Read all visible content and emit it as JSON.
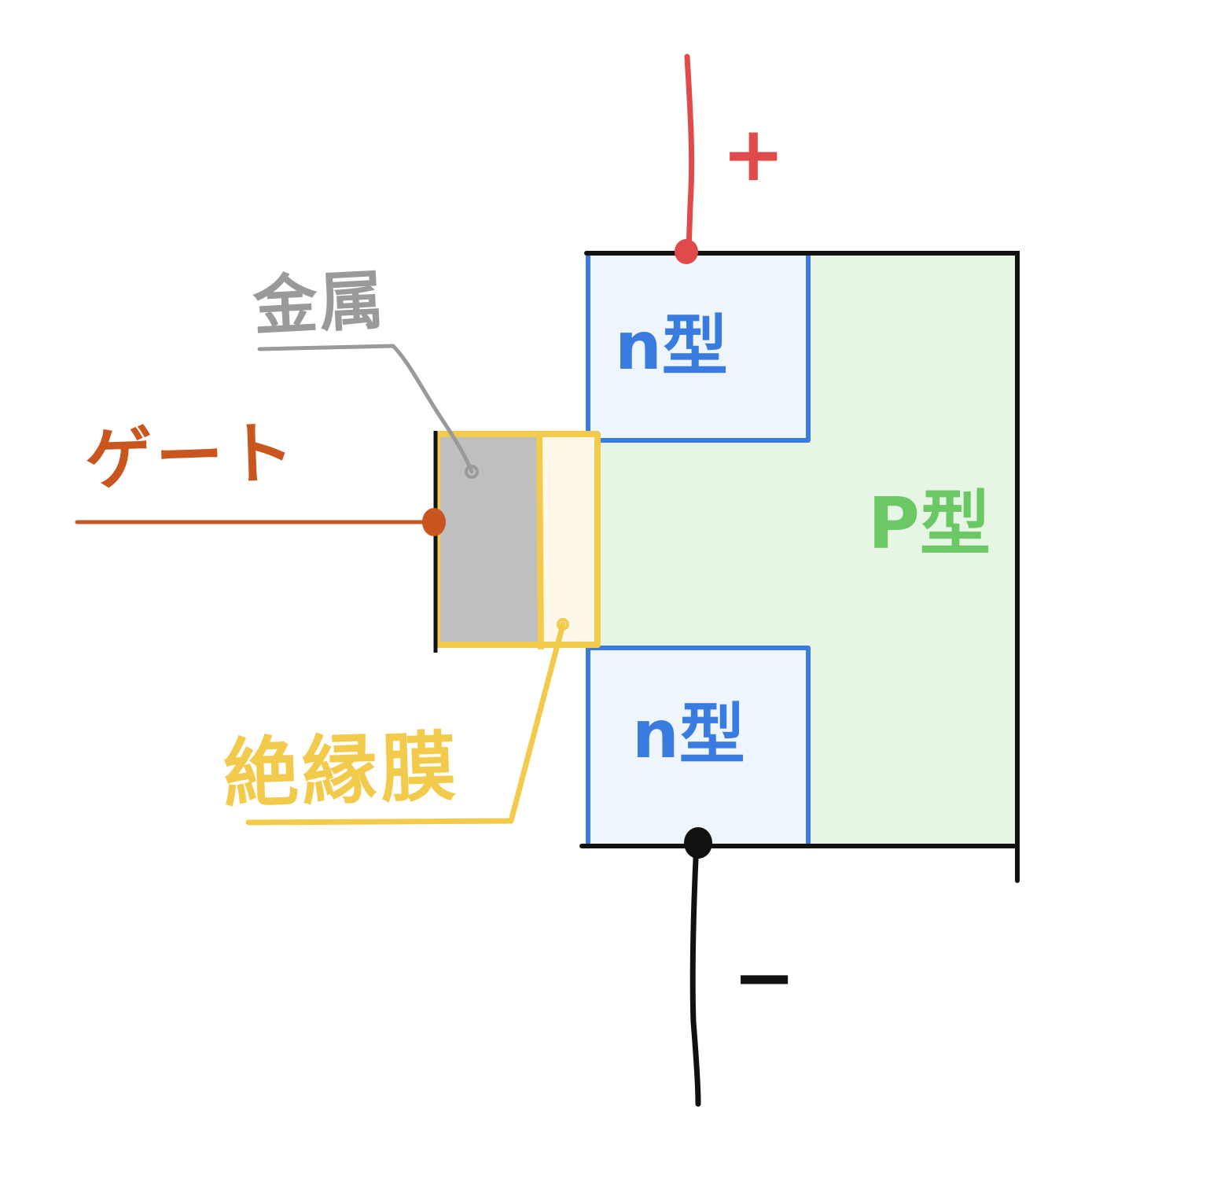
{
  "colors": {
    "background": "#ffffff",
    "outline": "#111111",
    "n_region_fill": "#eef5fd",
    "n_region_border": "#3a7be0",
    "p_region_fill": "#e6f5e4",
    "p_label": "#6cc765",
    "metal_fill": "#bfbfbf",
    "insulator_border": "#f3cb4c",
    "insulator_fill": "#fdf8e8",
    "gate_wire": "#c9561f",
    "positive_wire": "#e04a4a",
    "negative_wire": "#111111",
    "metal_label": "#9a9a9a"
  },
  "labels": {
    "positive": "+",
    "negative": "−",
    "gate": "ゲート",
    "metal": "金属",
    "insulator": "絶縁膜",
    "n_type_top": "n型",
    "n_type_bottom": "n型",
    "p_type": "P型"
  },
  "icons": {
    "gate_terminal": "dot-icon",
    "positive_terminal": "dot-icon",
    "negative_terminal": "dot-icon"
  }
}
